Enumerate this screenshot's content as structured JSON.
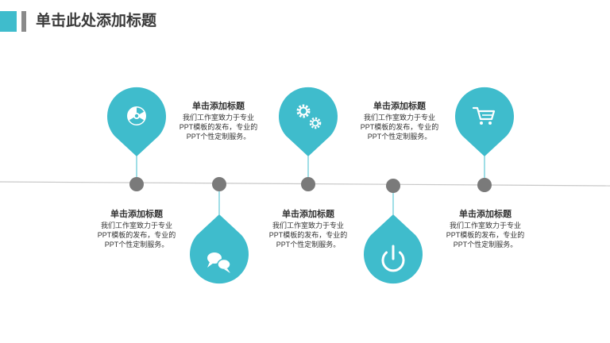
{
  "header": {
    "title": "单击此处添加标题",
    "accent_color": "#3fbccc",
    "bar_color": "#8a8a8a"
  },
  "colors": {
    "teal": "#3fbccc",
    "node": "#7a7a7a",
    "line": "#c8c8c8"
  },
  "milestones": [
    {
      "icon": "radiation-icon",
      "title": "单击添加标题",
      "body": "我们工作室致力于专业PPT模板的发布，专业的PPT个性定制服务。"
    },
    {
      "icon": "chat-bubbles-icon",
      "title": "单击添加标题",
      "body": "我们工作室致力于专业PPT模板的发布，专业的PPT个性定制服务。"
    },
    {
      "icon": "gears-icon",
      "title": "单击添加标题",
      "body": "我们工作室致力于专业PPT模板的发布，专业的PPT个性定制服务。"
    },
    {
      "icon": "power-icon",
      "title": "单击添加标题",
      "body": "我们工作室致力于专业PPT模板的发布，专业的PPT个性定制服务。"
    },
    {
      "icon": "shopping-cart-icon",
      "title": "单击添加标题",
      "body": "我们工作室致力于专业PPT模板的发布，专业的PPT个性定制服务。"
    }
  ]
}
